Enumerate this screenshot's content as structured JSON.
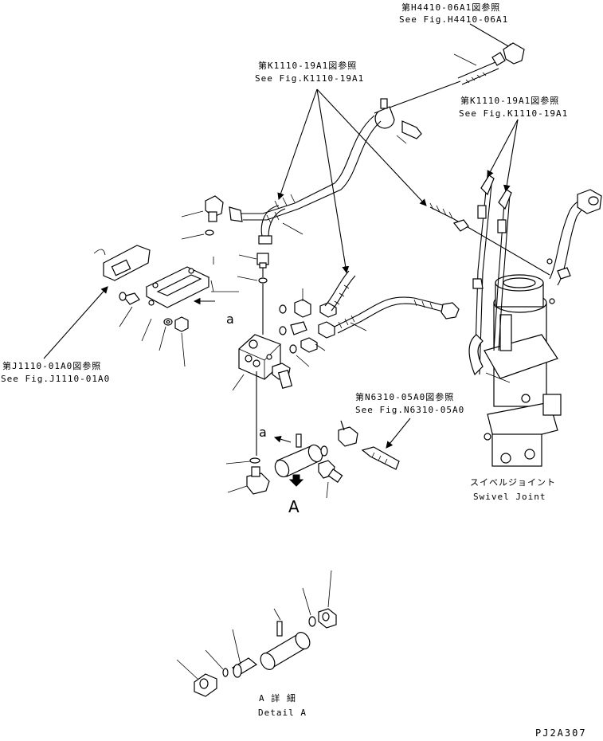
{
  "references": {
    "h4410_jp": "第H4410-06A1図参照",
    "h4410_en": "See Fig.H4410-06A1",
    "k1110_a_jp": "第K1110-19A1図参照",
    "k1110_a_en": "See Fig.K1110-19A1",
    "k1110_b_jp": "第K1110-19A1図参照",
    "k1110_b_en": "See Fig.K1110-19A1",
    "j1110_jp": "第J1110-01A0図参照",
    "j1110_en": "See Fig.J1110-01A0",
    "n6310_jp": "第N6310-05A0図参照",
    "n6310_en": "See Fig.N6310-05A0"
  },
  "swivel_joint": {
    "label_jp": "スイベルジョイント",
    "label_en": "Swivel Joint"
  },
  "markers": {
    "a_upper": "a",
    "a_lower": "a",
    "view_A": "A"
  },
  "detail": {
    "label_jp": "A 詳 細",
    "label_en": "Detail A"
  },
  "drawing_code": "PJ2A307"
}
